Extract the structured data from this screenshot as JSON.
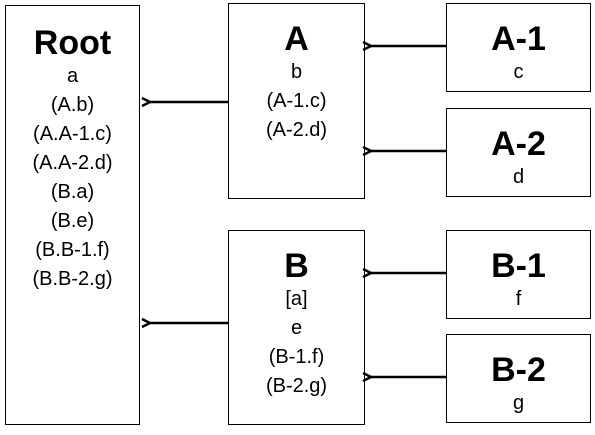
{
  "nodes": {
    "root": {
      "title": "Root",
      "lines": [
        "a",
        "(A.b)",
        "(A.A-1.c)",
        "(A.A-2.d)",
        "(B.a)",
        "(B.e)",
        "(B.B-1.f)",
        "(B.B-2.g)"
      ]
    },
    "a": {
      "title": "A",
      "lines": [
        "b",
        "(A-1.c)",
        "(A-2.d)"
      ]
    },
    "b": {
      "title": "B",
      "lines": [
        "[a]",
        "e",
        "(B-1.f)",
        "(B-2.g)"
      ]
    },
    "a1": {
      "title": "A-1",
      "lines": [
        "c"
      ]
    },
    "a2": {
      "title": "A-2",
      "lines": [
        "d"
      ]
    },
    "b1": {
      "title": "B-1",
      "lines": [
        "f"
      ]
    },
    "b2": {
      "title": "B-2",
      "lines": [
        "g"
      ]
    }
  },
  "edges": [
    {
      "from": "a",
      "to": "root"
    },
    {
      "from": "b",
      "to": "root"
    },
    {
      "from": "a1",
      "to": "a"
    },
    {
      "from": "a2",
      "to": "a"
    },
    {
      "from": "b1",
      "to": "b"
    },
    {
      "from": "b2",
      "to": "b"
    }
  ]
}
